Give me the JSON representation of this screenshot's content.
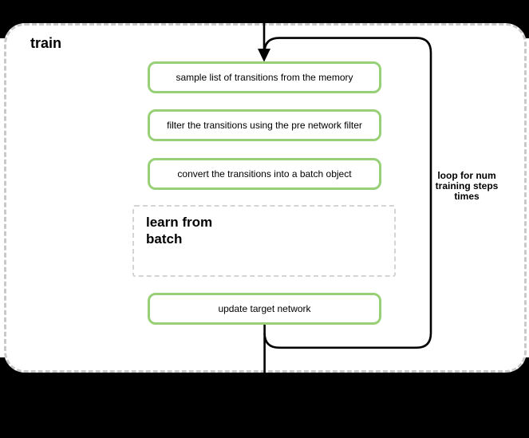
{
  "diagram": {
    "container_label": "train",
    "steps": [
      {
        "label": "sample list of transitions from the memory"
      },
      {
        "label": "filter the transitions using the pre network filter"
      },
      {
        "label": "convert the transitions into a batch object"
      }
    ],
    "sub_process": {
      "label": "learn from batch"
    },
    "final_step": {
      "label": "update target network"
    },
    "loop": {
      "label": "loop for num training steps times"
    }
  },
  "colors": {
    "letterbox": "#000000",
    "canvas": "#ffffff",
    "container_border": "#c9c9c9",
    "subprocess_border": "#d4d4d4",
    "step_border": "#97d077",
    "connector": "#000000"
  }
}
